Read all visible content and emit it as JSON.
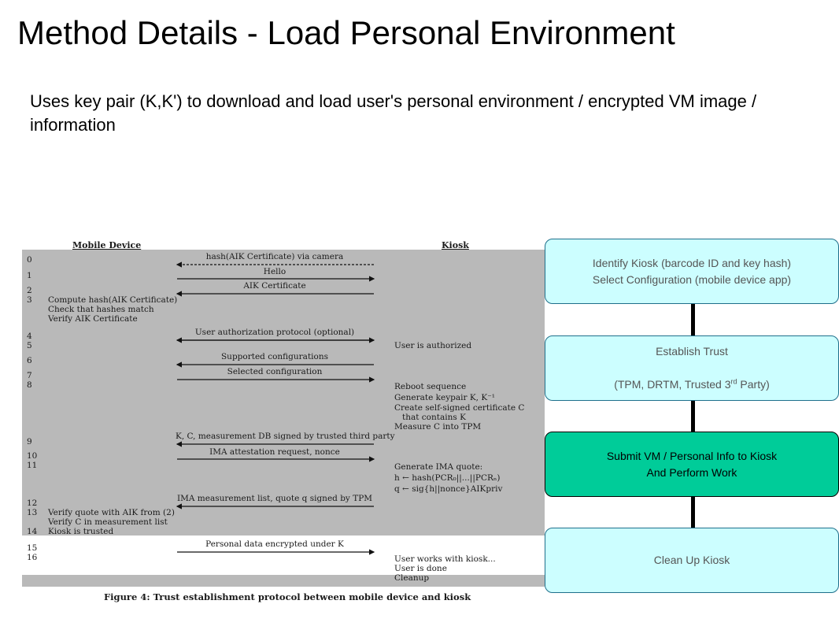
{
  "slide": {
    "title": "Method Details - Load Personal Environment",
    "subtitle": "Uses key pair (K,K') to download and load user's personal environment / encrypted VM image / information"
  },
  "figure": {
    "col_left": "Mobile Device",
    "col_right": "Kiosk",
    "step_numbers": [
      "0",
      "1",
      "2",
      "3",
      "4",
      "5",
      "6",
      "7",
      "8",
      "9",
      "10",
      "11",
      "12",
      "13",
      "14",
      "15",
      "16"
    ],
    "messages": [
      "hash(AIK Certificate) via camera",
      "Hello",
      "AIK Certificate",
      "User authorization protocol (optional)",
      "Supported configurations",
      "Selected configuration",
      "K, C, measurement DB signed by trusted third party",
      "IMA attestation request, nonce",
      "IMA measurement list, quote q signed by TPM",
      "Personal data encrypted under K"
    ],
    "left_notes": [
      "Compute hash(AIK Certificate)",
      "Check that hashes match",
      "Verify AIK Certificate",
      "Verify quote with AIK from (2)",
      "Verify C in measurement list",
      "Kiosk is trusted"
    ],
    "right_notes": [
      "User is authorized",
      "Reboot sequence",
      "Generate keypair K, K⁻¹",
      "Create self-signed certificate C",
      "that contains K",
      "Measure C into TPM",
      "Generate IMA quote:",
      "h ← hash(PCR₀||...||PCRₙ)",
      "q ← sig{h||nonce}AIKpriv",
      "User works with kiosk...",
      "User is done",
      "Cleanup"
    ],
    "caption": "Figure 4: Trust establishment protocol between mobile device and kiosk"
  },
  "flow": {
    "step1": "Identify Kiosk (barcode ID and key hash)\n Select Configuration (mobile device app)",
    "step2_line1": "Establish Trust",
    "step2_pre": "(TPM, DRTM, Trusted 3",
    "step2_sup": "rd",
    "step2_post": " Party)",
    "step3": "Submit VM / Personal Info to Kiosk\nAnd Perform Work",
    "step4": "Clean Up Kiosk"
  },
  "colors": {
    "flow_box": "#ccfeff",
    "flow_box_active": "#00cc99",
    "figure_shade": "#b9b9b9"
  }
}
